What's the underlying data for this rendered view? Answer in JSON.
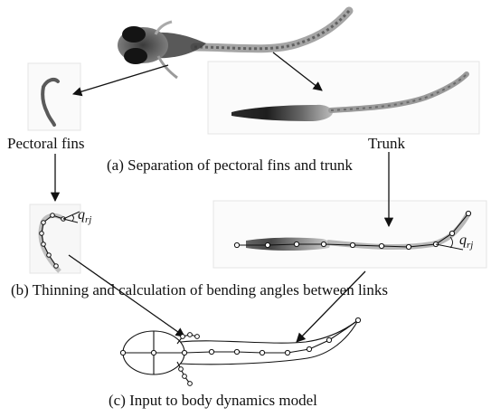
{
  "labels": {
    "pectoral_fins": "Pectoral fins",
    "trunk": "Trunk",
    "caption_a": "(a) Separation of pectoral fins and trunk",
    "caption_b": "(b) Thinning and calculation of bending angles between links",
    "caption_c": "(c) Input to body dynamics model"
  },
  "symbols": {
    "angle_fin_base": "q",
    "angle_fin_sub": "rj",
    "angle_trunk_base": "q",
    "angle_trunk_sub": "rj"
  },
  "colors": {
    "ink": "#111111",
    "fish_dark": "#1c1c1c",
    "fish_mid": "#5e5e5e",
    "fish_light": "#b8b8b8",
    "panel_border": "#e4e4e4"
  }
}
